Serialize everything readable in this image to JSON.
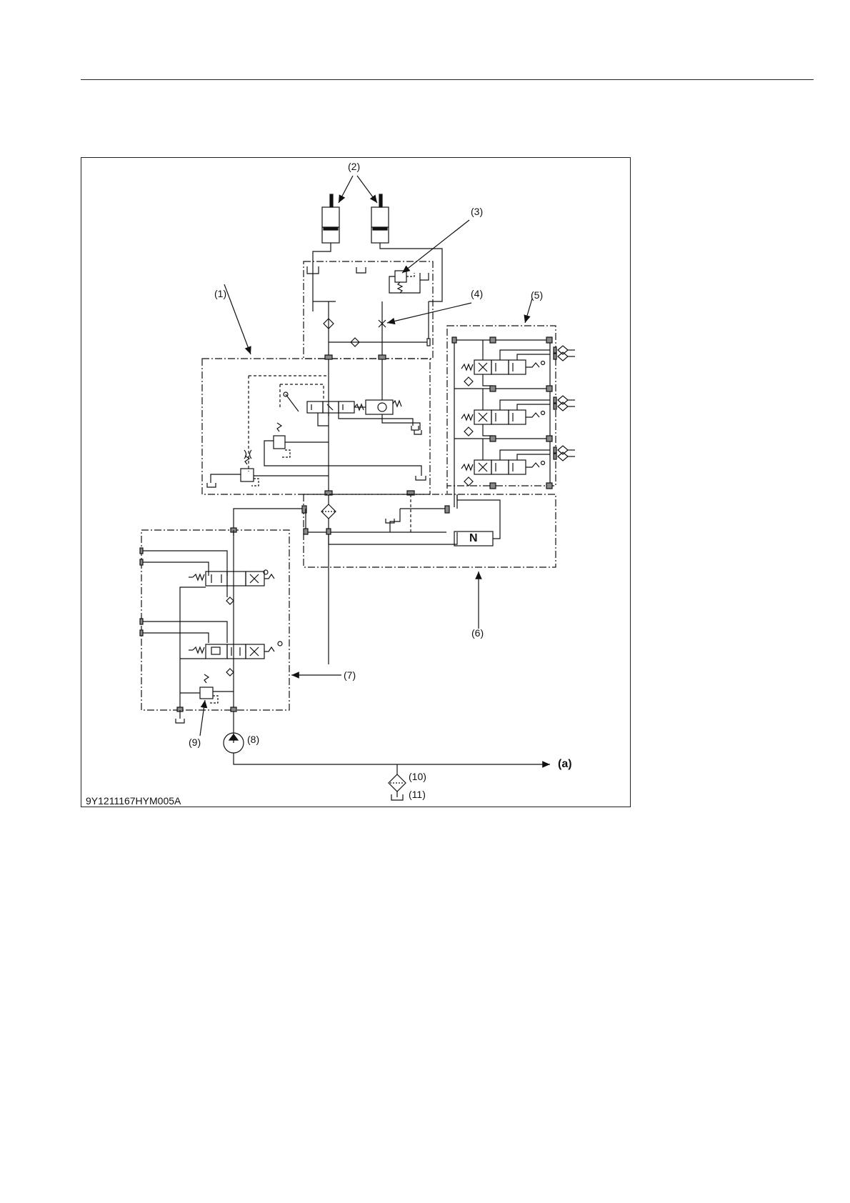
{
  "diagram": {
    "callouts": {
      "c1": "(1)",
      "c2": "(2)",
      "c3": "(3)",
      "c4": "(4)",
      "c5": "(5)",
      "c6": "(6)",
      "c7": "(7)",
      "c8": "(8)",
      "c9": "(9)",
      "c10": "(10)",
      "c11": "(11)"
    },
    "neutral_mark": "N",
    "outlet_label": "(a)",
    "figure_code": "9Y1211167HYM005A"
  }
}
